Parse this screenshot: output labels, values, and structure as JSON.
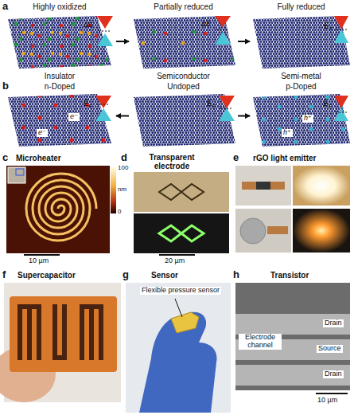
{
  "diagram": {
    "nodes": [
      {
        "text": [
          "Highly oxidized",
          "Insulator"
        ]
      },
      {
        "text": [
          "Partially reduced",
          "Semiconductor"
        ]
      },
      {
        "text": [
          "Fully reduced",
          "Semi-metal"
        ]
      },
      {
        "text": [
          "n-Doped"
        ]
      },
      {
        "text": [
          "Undoped"
        ]
      },
      {
        "text": [
          "p-Doped"
        ]
      }
    ],
    "edges": [
      {
        "from": 0,
        "to": 1,
        "arrow": "to"
      },
      {
        "from": 1,
        "to": 2,
        "arrow": "to"
      },
      {
        "from": 4,
        "to": 3,
        "arrow": "to"
      },
      {
        "from": 4,
        "to": 5,
        "arrow": "to"
      }
    ],
    "labels": [
      "a",
      "ΔE",
      "ΔE",
      "E",
      "F",
      "b",
      "E",
      "F",
      "E",
      "F",
      "E",
      "F",
      "e⁻",
      "e⁻",
      "h⁺",
      "h⁺",
      "c",
      "Microheater",
      "100",
      "nm",
      "0",
      "10 µm",
      "d",
      "Transparent electrode",
      "20 µm",
      "e",
      "rGO light emitter",
      "f",
      "Supercapacitor",
      "g",
      "Sensor",
      "Flexible pressure sensor",
      "h",
      "Transistor",
      "Drain",
      "Electrode channel",
      "Source",
      "Drain",
      "10 µm"
    ]
  }
}
